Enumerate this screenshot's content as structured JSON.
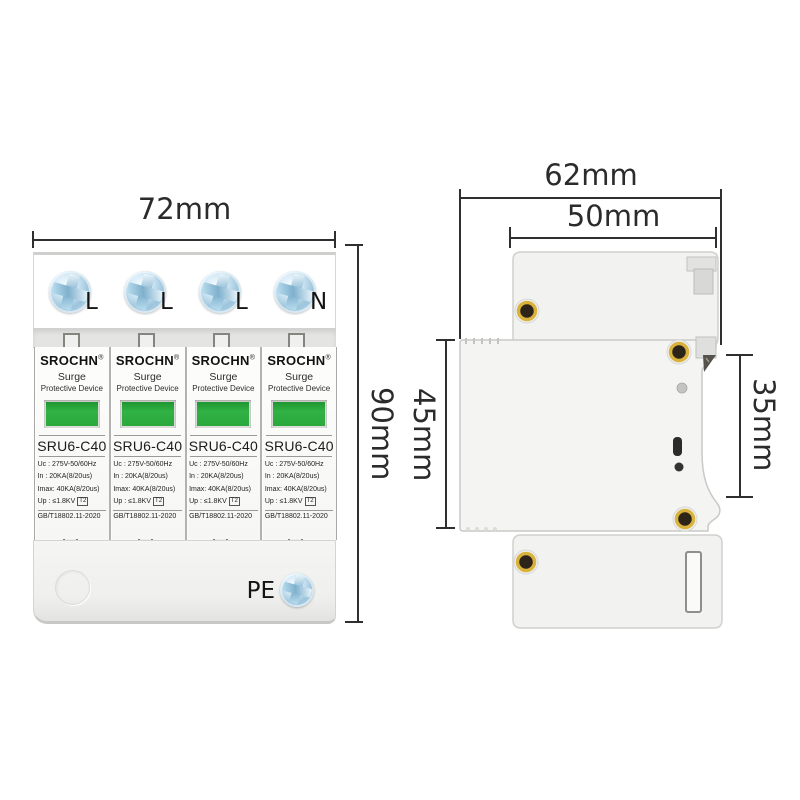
{
  "front_view": {
    "terminals": [
      "L",
      "L",
      "L",
      "N"
    ],
    "ground_label": "PE",
    "module": {
      "brand": "SROCHN",
      "reg_mark": "®",
      "product_line1": "Surge",
      "product_line2": "Protective Device",
      "model": "SRU6-C40",
      "spec_lines": [
        "Uc : 275V-50/60Hz",
        "In : 20KA(8/20us)",
        "Imax: 40KA(8/20us)",
        "Up : ≤1.8KV"
      ],
      "up_badge": "T2",
      "standard": "GB/T18802.11-2020"
    }
  },
  "dimensions": {
    "front_width": "72mm",
    "front_height": "90mm",
    "side_total_depth": "62mm",
    "side_top_depth": "50mm",
    "side_body_height": "45mm",
    "side_rail_height": "35mm"
  },
  "colors": {
    "indicator_green": "#2fae42",
    "screw_head_blue": "#9cc4dc",
    "screw_ring_gold": "#d9b23c",
    "device_body": "#f2f2f0",
    "dimension_line": "#2f2f2f"
  }
}
